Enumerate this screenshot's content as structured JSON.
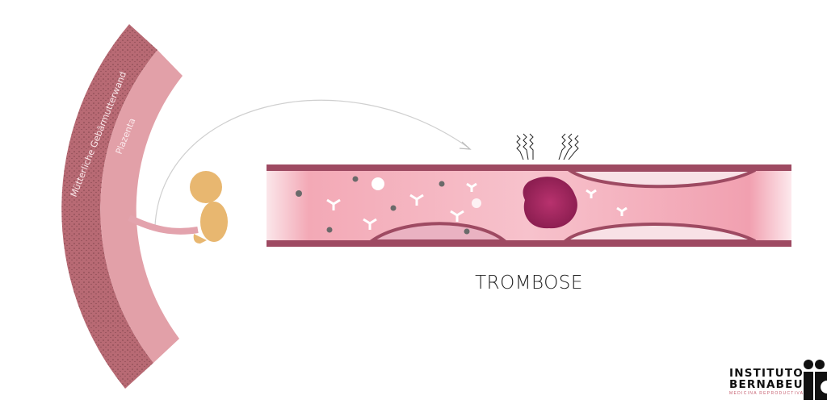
{
  "labels": {
    "uterus_wall": "Mütterliche Gebärmutterwand",
    "placenta": "Plazenta"
  },
  "title": "TROMBOSE",
  "logo": {
    "line1": "INSTITUTO",
    "line2": "BERNABEU",
    "line3": "MEDICINA REPRODUCTIVA"
  },
  "colors": {
    "uterus": "#b86a74",
    "placenta": "#e2a0a8",
    "vessel_wall": "#9e4a62",
    "clot": "#a62a62",
    "fetus": "#e8b770"
  }
}
